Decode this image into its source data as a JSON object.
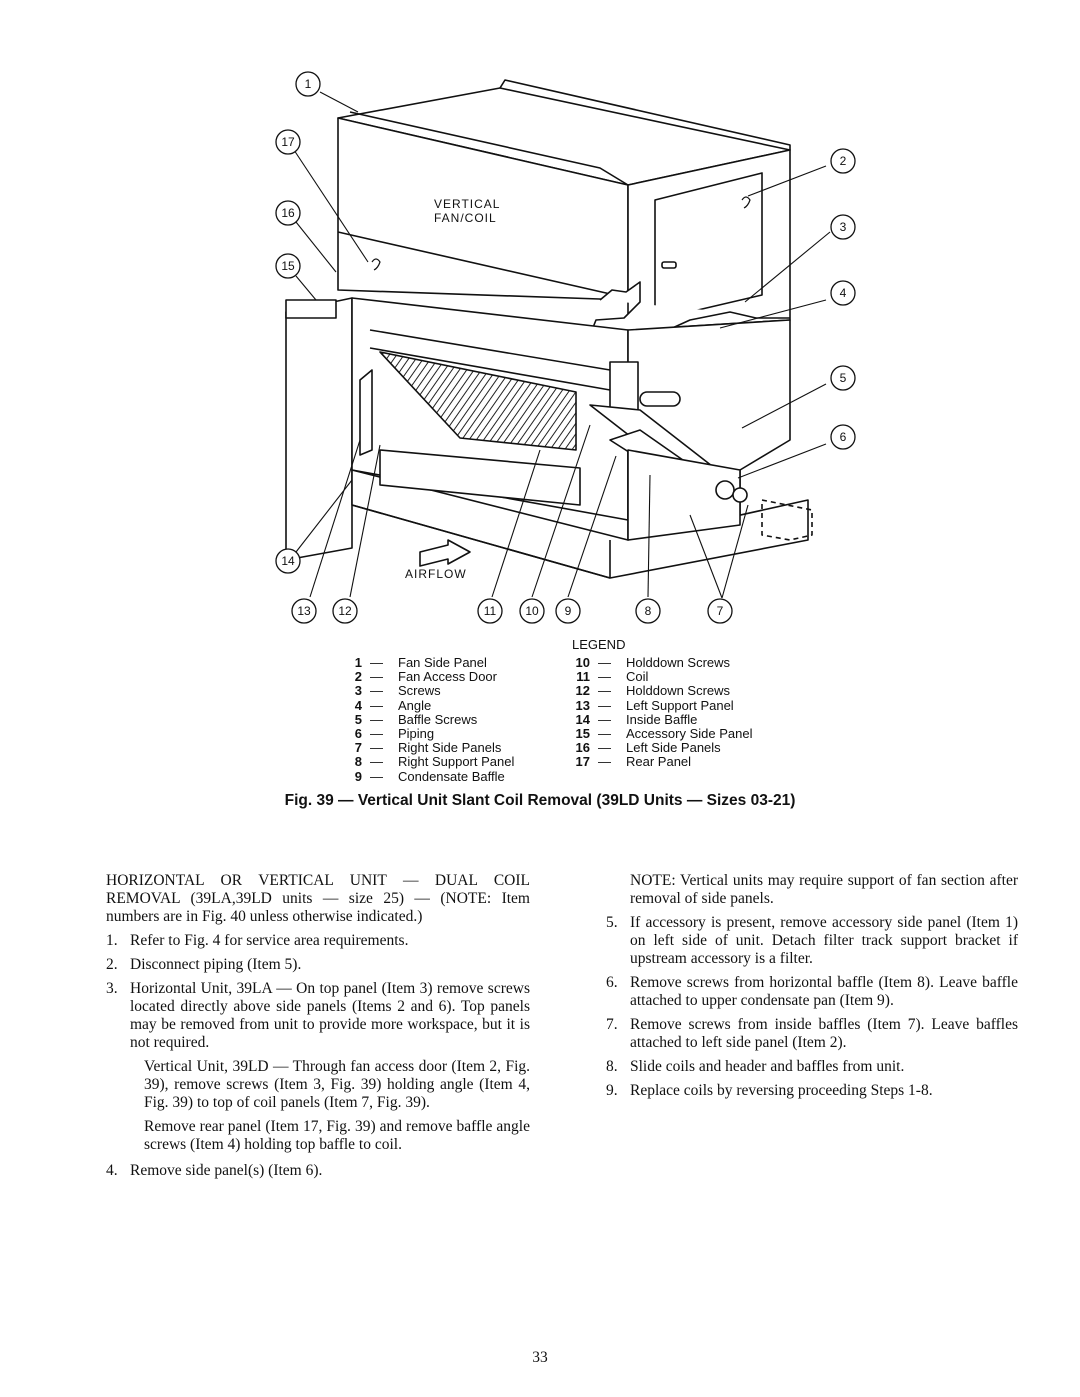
{
  "figure": {
    "unit_label_line1": "VERTICAL",
    "unit_label_line2": "FAN/COIL",
    "airflow_label": "AIRFLOW",
    "callouts": [
      "1",
      "2",
      "3",
      "4",
      "5",
      "6",
      "7",
      "8",
      "9",
      "10",
      "11",
      "12",
      "13",
      "14",
      "15",
      "16",
      "17"
    ]
  },
  "legend": {
    "title": "LEGEND",
    "dash": "—",
    "left": [
      {
        "num": "1",
        "text": "Fan Side Panel"
      },
      {
        "num": "2",
        "text": "Fan Access Door"
      },
      {
        "num": "3",
        "text": "Screws"
      },
      {
        "num": "4",
        "text": "Angle"
      },
      {
        "num": "5",
        "text": "Baffle Screws"
      },
      {
        "num": "6",
        "text": "Piping"
      },
      {
        "num": "7",
        "text": "Right Side Panels"
      },
      {
        "num": "8",
        "text": "Right Support Panel"
      },
      {
        "num": "9",
        "text": "Condensate Baffle"
      }
    ],
    "right": [
      {
        "num": "10",
        "text": "Holddown Screws"
      },
      {
        "num": "11",
        "text": "Coil"
      },
      {
        "num": "12",
        "text": "Holddown Screws"
      },
      {
        "num": "13",
        "text": "Left Support Panel"
      },
      {
        "num": "14",
        "text": "Inside Baffle"
      },
      {
        "num": "15",
        "text": "Accessory Side Panel"
      },
      {
        "num": "16",
        "text": "Left Side Panels"
      },
      {
        "num": "17",
        "text": "Rear Panel"
      }
    ]
  },
  "caption": "Fig. 39 — Vertical Unit Slant Coil Removal (39LD Units — Sizes 03-21)",
  "left_column": {
    "intro": "HORIZONTAL OR VERTICAL UNIT — DUAL COIL REMOVAL (39LA,39LD units — size 25) — (NOTE: Item numbers are in Fig. 40 unless otherwise indicated.)",
    "steps": [
      {
        "n": "1.",
        "text": "Refer to Fig. 4 for service area requirements."
      },
      {
        "n": "2.",
        "text": "Disconnect piping (Item 5)."
      },
      {
        "n": "3.",
        "text": "Horizontal Unit, 39LA — On top panel (Item 3) remove screws located directly above side panels (Items 2 and 6). Top panels may be removed from unit to provide more workspace, but it is not required."
      }
    ],
    "sub1": "Vertical Unit, 39LD — Through fan access door (Item 2, Fig. 39), remove screws (Item 3, Fig. 39) holding angle (Item 4, Fig. 39) to top of coil panels (Item 7, Fig. 39).",
    "sub2": "Remove rear panel (Item 17, Fig. 39) and remove baffle angle screws (Item 4) holding top baffle to coil.",
    "step4": {
      "n": "4.",
      "text": "Remove side panel(s) (Item 6)."
    }
  },
  "right_column": {
    "note": "NOTE: Vertical units may require support of fan section after removal of side panels.",
    "steps": [
      {
        "n": "5.",
        "text": "If accessory is present, remove accessory side panel (Item 1) on left side of unit. Detach filter track support bracket if upstream accessory is a filter."
      },
      {
        "n": "6.",
        "text": "Remove screws from horizontal baffle (Item 8). Leave baffle attached to upper condensate pan (Item 9)."
      },
      {
        "n": "7.",
        "text": "Remove screws from inside baffles (Item 7). Leave baffles attached to left side panel (Item 2)."
      },
      {
        "n": "8.",
        "text": "Slide coils and header and baffles from unit."
      },
      {
        "n": "9.",
        "text": "Replace coils by reversing proceeding Steps 1-8."
      }
    ]
  },
  "page_number": "33"
}
